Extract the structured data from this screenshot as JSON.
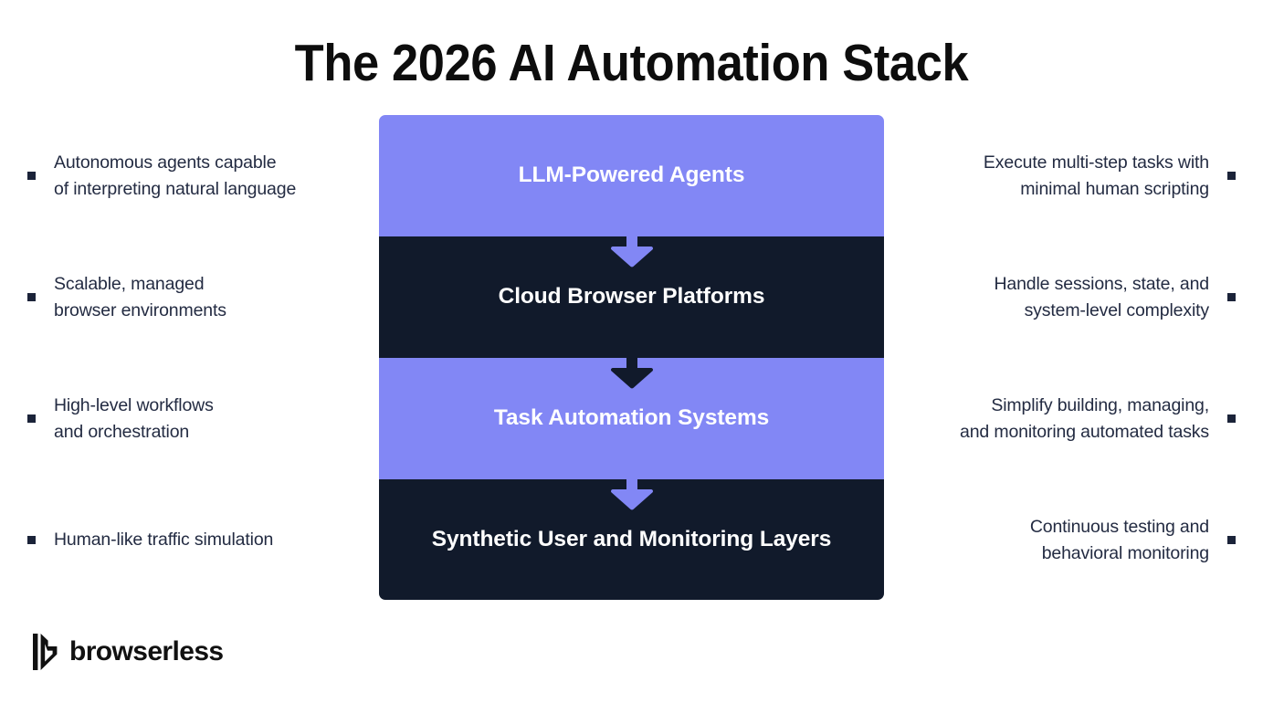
{
  "title": "The 2026 AI Automation Stack",
  "colors": {
    "purple": "#8287F5",
    "navy": "#111A2B",
    "text": "#232B42",
    "title": "#0D0D0D",
    "white": "#FFFFFF"
  },
  "stack": {
    "layers": [
      {
        "label": "LLM-Powered Agents",
        "style": "purple",
        "left_note": "Autonomous agents capable\nof interpreting natural language",
        "right_note": "Execute multi-step tasks with\nminimal human scripting"
      },
      {
        "label": "Cloud Browser Platforms",
        "style": "navy",
        "left_note": "Scalable, managed\nbrowser environments",
        "right_note": "Handle sessions, state, and\nsystem-level complexity"
      },
      {
        "label": "Task Automation Systems",
        "style": "purple",
        "left_note": "High-level workflows\nand orchestration",
        "right_note": "Simplify building, managing,\nand monitoring automated tasks"
      },
      {
        "label": "Synthetic User and Monitoring Layers",
        "style": "navy",
        "left_note": "Human-like traffic simulation",
        "right_note": "Continuous testing and\nbehavioral monitoring"
      }
    ],
    "connectors": [
      {
        "from": "LLM-Powered Agents",
        "to": "Cloud Browser Platforms",
        "color": "#8287F5"
      },
      {
        "from": "Cloud Browser Platforms",
        "to": "Task Automation Systems",
        "color": "#111A2B"
      },
      {
        "from": "Task Automation Systems",
        "to": "Synthetic User and Monitoring Layers",
        "color": "#8287F5"
      }
    ]
  },
  "logo": {
    "icon": "browserless-b-mark-icon",
    "wordmark": "browserless"
  }
}
